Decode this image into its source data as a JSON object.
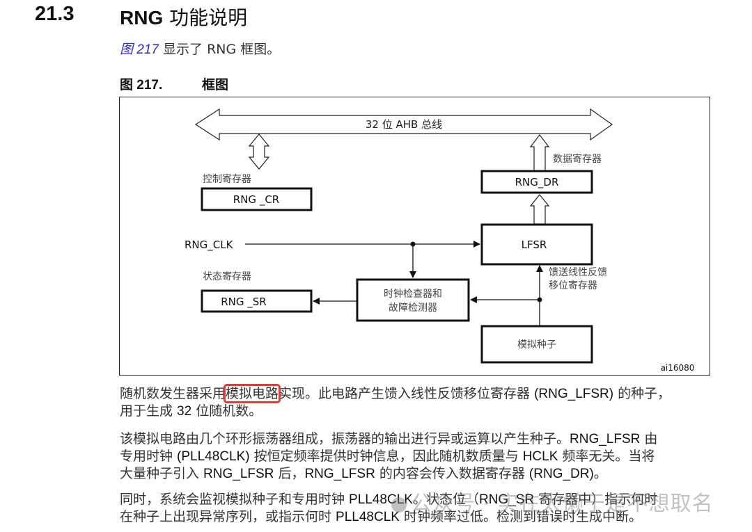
{
  "section": {
    "number": "21.3",
    "title_en": "RNG",
    "title_zh": "功能说明"
  },
  "intro": {
    "link": "图 217",
    "text": "显示了 RNG 框图。"
  },
  "figure": {
    "caption_number": "图 217.",
    "caption_name": "框图",
    "bus_label": "32 位 AHB 总线",
    "cr_label": "控制寄存器",
    "cr_box": "RNG _CR",
    "dr_label": "数据寄存器",
    "dr_box": "RNG_DR",
    "clk_label": "RNG_CLK",
    "lfsr_box": "LFSR",
    "lfsr_desc_line1": "馈送线性反馈",
    "lfsr_desc_line2": "移位寄存器",
    "sr_label": "状态寄存器",
    "sr_box": "RNG _SR",
    "checker_line1": "时钟检查器和",
    "checker_line2": "故障检测器",
    "seed_box": "模拟种子",
    "figure_id": "ai16080"
  },
  "paragraphs": {
    "p1": {
      "a": "随机数发生器采用",
      "highlight": "模拟电路",
      "b": "实现。此电路产生馈入线性反馈移位寄存器 ",
      "c": "(RNG_LFSR)",
      "d": " 的种子，",
      "line2a": "用于生成 ",
      "line2b": "32",
      "line2c": " 位随机数。"
    },
    "p2": {
      "l1a": "该模拟电路由几个环形振荡器组成，振荡器的输出进行异或运算以产生种子。",
      "l1b": "RNG_LFSR",
      "l1c": " 由",
      "l2a": "专用时钟 ",
      "l2b": "(PLL48CLK)",
      "l2c": " 按恒定频率提供时钟信息，因此随机数质量与 ",
      "l2d": "HCLK",
      "l2e": " 频率无关。当将",
      "l3a": "大量种子引入 ",
      "l3b": "RNG_LFSR",
      "l3c": " 后，",
      "l3d": "RNG_LFSR",
      "l3e": " 的内容会传入数据寄存器 ",
      "l3f": "(RNG_DR)",
      "l3g": "。"
    },
    "p3": {
      "l1a": "同时，系统会监视模拟种子和专用时钟 ",
      "l1b": "PLL48CLK",
      "l1c": "。状态位（",
      "l1d": "RNG_SR",
      "l1e": " 寄存器中）指示何时",
      "l2a": "在种子上出现异常序列，或指示何时 ",
      "l2b": "PLL48CLK",
      "l2c": " 时钟频率过低。检测到错误时生成中断。"
    }
  },
  "watermark": "公众号 · 实在太懒于是不想取名",
  "colors": {
    "link": "#2a2ae0",
    "highlight_box": "#e53935"
  }
}
